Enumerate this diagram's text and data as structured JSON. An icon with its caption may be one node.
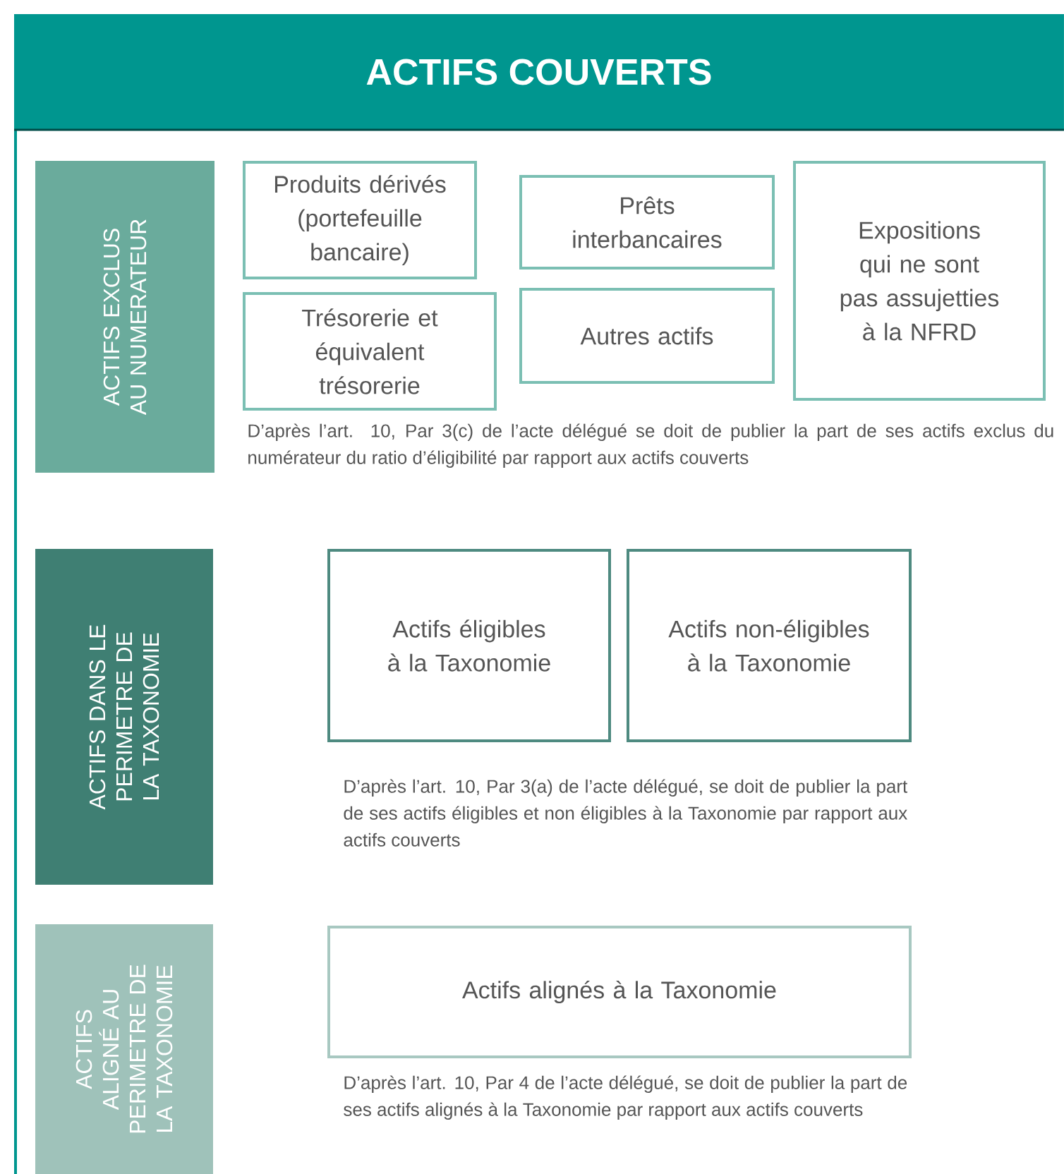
{
  "diagram": {
    "title": "ACTIFS COUVERTS",
    "nodes": [
      {
        "text": [
          "ACTIFS EXCLUS AU NUMERATEUR"
        ]
      },
      {
        "text": [
          "Produits dérivés (portefeuille bancaire)"
        ]
      },
      {
        "text": [
          "Prêts interbancaires"
        ]
      },
      {
        "text": [
          "Expositions qui ne sont pas assujetties à la NFRD"
        ]
      },
      {
        "text": [
          "Trésorerie et équivalent trésorerie"
        ]
      },
      {
        "text": [
          "Autres actifs"
        ]
      },
      {
        "text": [
          "ACTIFS DANS LE PERIMETRE DE LA TAXONOMIE"
        ]
      },
      {
        "text": [
          "Actifs éligibles à la Taxonomie"
        ]
      },
      {
        "text": [
          "Actifs non-éligibles à la Taxonomie"
        ]
      },
      {
        "text": [
          "ACTIFS ALIGNÉ AU PERIMETRE DE LA TAXONOMIE"
        ]
      },
      {
        "text": [
          "Actifs alignés à la Taxonomie"
        ]
      }
    ],
    "labels": [
      "D’après l’art. 10, Par 3(c) de l’acte délégué se doit de publier la part de ses actifs exclus du numérateur du ratio d’éligibilité par rapport aux actifs couverts",
      "D’après l’art. 10, Par 3(a) de l’acte délégué, se doit de publier la part de ses actifs éligibles et non éligibles à la Taxonomie par rapport aux actifs couverts",
      "D’après l’art. 10, Par 4 de l’acte délégué, se doit de publier la part de ses actifs alignés à la Taxonomie par rapport aux actifs couverts"
    ]
  }
}
